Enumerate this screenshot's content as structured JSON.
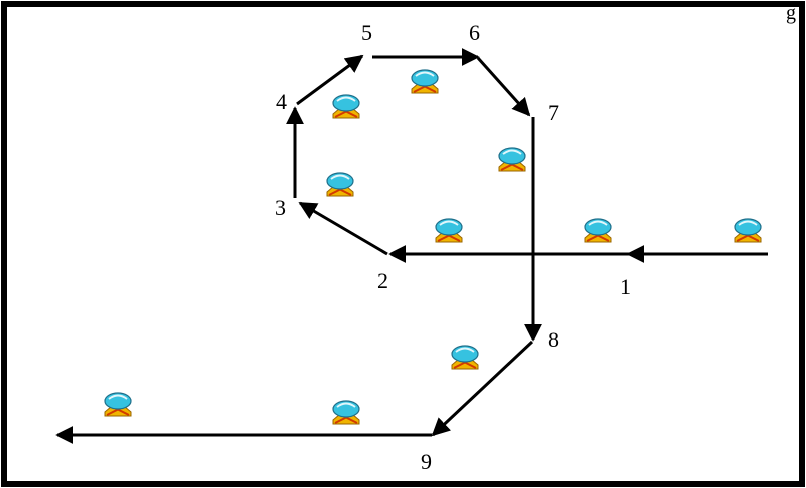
{
  "diagram": {
    "corner_text": "g",
    "line_color": "#000000",
    "sensor_icon": "sensor-node-icon",
    "node_labels": [
      {
        "id": "1",
        "text": "1"
      },
      {
        "id": "2",
        "text": "2"
      },
      {
        "id": "3",
        "text": "3"
      },
      {
        "id": "4",
        "text": "4"
      },
      {
        "id": "5",
        "text": "5"
      },
      {
        "id": "6",
        "text": "6"
      },
      {
        "id": "7",
        "text": "7"
      },
      {
        "id": "8",
        "text": "8"
      },
      {
        "id": "9",
        "text": "9"
      }
    ]
  }
}
